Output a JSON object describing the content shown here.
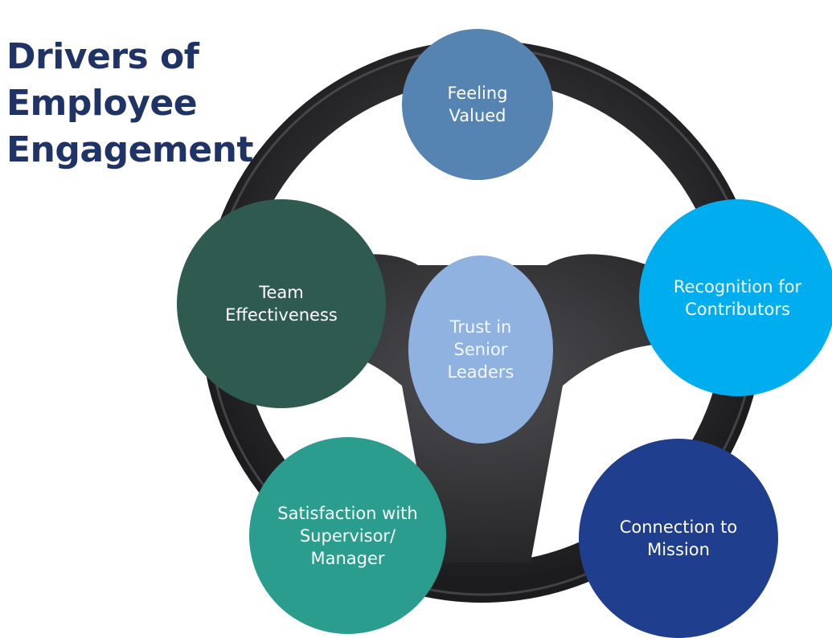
{
  "title": {
    "line1": "Drivers of",
    "line2": "Employee",
    "line3": "Engagement"
  },
  "drivers": {
    "center": {
      "label": "Trust in Senior\nLeaders",
      "color": "#8fb2e0"
    },
    "top": {
      "label": "Feeling Valued",
      "color": "#5584b3"
    },
    "right": {
      "label": "Recognition for\nContributors",
      "color": "#00aeef"
    },
    "left": {
      "label": "Team\nEffectiveness",
      "color": "#2e5a4f"
    },
    "bottom_left": {
      "label": "Satisfaction with\nSupervisor/\nManager",
      "color": "#2a9d8f"
    },
    "bottom_right": {
      "label": "Connection to\nMission",
      "color": "#203e8e"
    }
  },
  "colors": {
    "title": "#1f3366",
    "wheel": "#2e2e30",
    "wheel_highlight": "#5a5a5e"
  }
}
